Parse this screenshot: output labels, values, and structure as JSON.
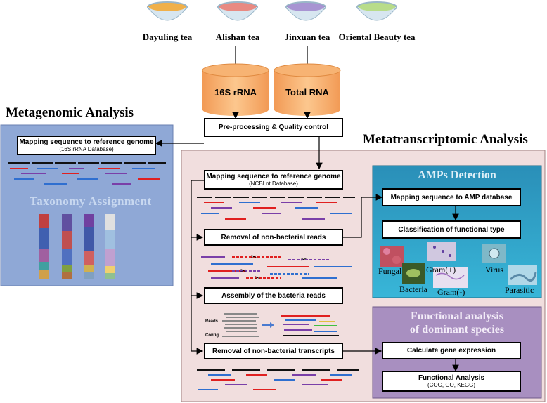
{
  "teas": [
    {
      "name": "Dayuling tea",
      "color": "#e8a33a"
    },
    {
      "name": "Alishan tea",
      "color": "#e07a72"
    },
    {
      "name": "Jinxuan tea",
      "color": "#9a84c7"
    },
    {
      "name": "Oriental Beauty tea",
      "color": "#a9d37a"
    }
  ],
  "databases": [
    {
      "name": "16S rRNA"
    },
    {
      "name": "Total RNA"
    }
  ],
  "preprocess": {
    "label": "Pre-processing & Quality control"
  },
  "metagenomic": {
    "title": "Metagenomic Analysis",
    "mapping_label": "Mapping sequence to reference genome",
    "mapping_sub": "(16S rRNA Database)",
    "taxonomy_label": "Taxonomy Assignment"
  },
  "metatranscriptomic": {
    "title": "Metatranscriptomic Analysis",
    "mapping_label": "Mapping sequence to reference genome",
    "mapping_sub": "(NCBI nt Database)",
    "removal_label": "Removal of non-bacterial reads",
    "assembly_label": "Assembly of the bacteria reads",
    "transcripts_label": "Removal of non-bacterial transcripts",
    "assembly_reads_label": "Reads",
    "assembly_contig_label": "Contig"
  },
  "amp": {
    "title": "AMPs Detection",
    "mapping_label": "Mapping sequence to AMP database",
    "classification_label": "Classification of functional type",
    "types": [
      "Fungal",
      "Gram(+)",
      "Virus",
      "Bacteria",
      "Gram(-)",
      "Parasitic"
    ]
  },
  "functional": {
    "title_line1": "Functional analysis",
    "title_line2": "of dominant species",
    "expression_label": "Calculate gene expression",
    "analysis_label": "Functional Analysis",
    "analysis_sub": "(COG, GO, KEGG)"
  },
  "colors": {
    "cylinder": "#f6b16b",
    "metagenomic_panel": "#8fa8d6",
    "metatranscriptomic_panel": "#f1dede",
    "amp_panel": "#2a9fc3",
    "functional_panel": "#a88fc0",
    "read_red": "#e02020",
    "read_blue": "#2f6fd0",
    "read_purple": "#7a3fa8",
    "read_black": "#111111"
  }
}
